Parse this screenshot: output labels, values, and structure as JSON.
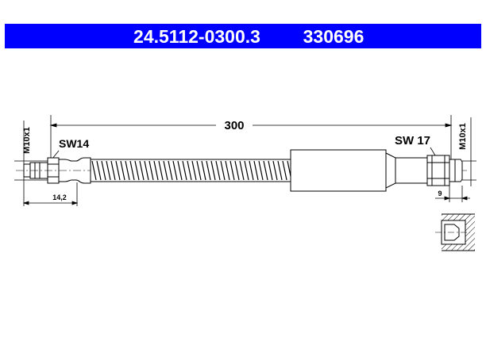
{
  "header": {
    "part_number": "24.5112-0300.3",
    "reference_number": "330696",
    "background_color": "#0000ff"
  },
  "dimensions": {
    "overall_length": "300",
    "left_thread": "M10x1",
    "left_wrench_size": "SW14",
    "left_fitting_length": "14,2",
    "right_thread": "M10x1",
    "right_wrench_size": "SW 17",
    "right_detail_length": "9"
  }
}
